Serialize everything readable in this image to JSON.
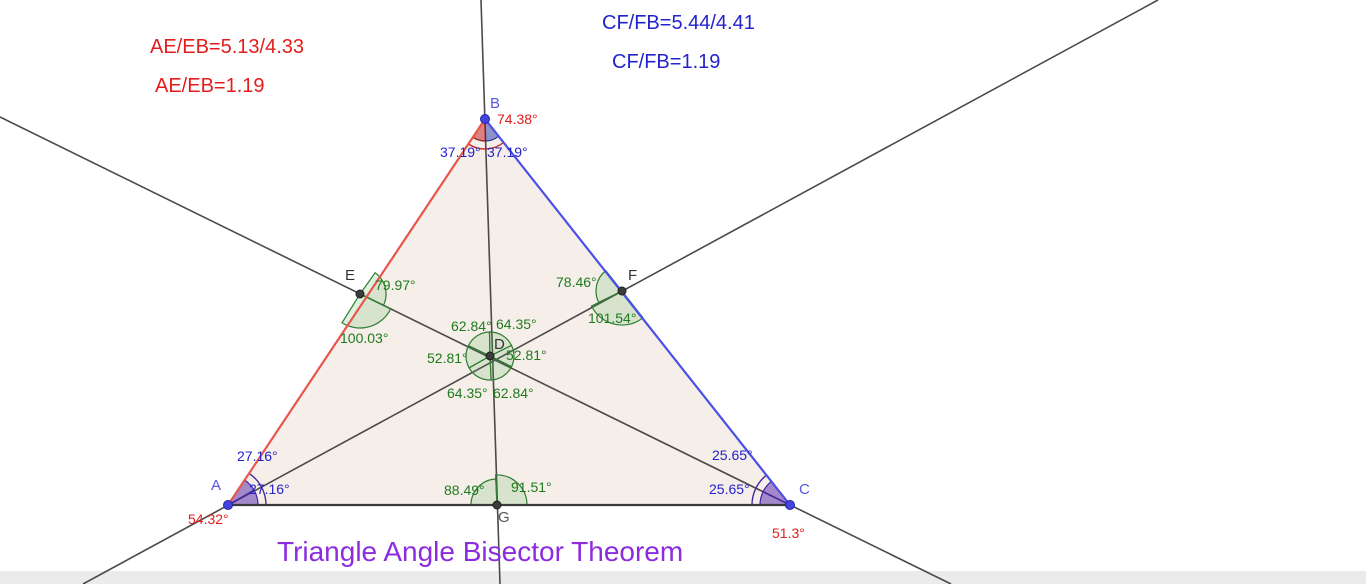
{
  "title": {
    "text": "Triangle Angle Bisector Theorem"
  },
  "annotations": {
    "ae_ratio_raw": "AE/EB=5.13/4.33",
    "ae_ratio_reduced": "AE/EB=1.19",
    "cf_ratio_raw": "CF/FB=5.44/4.41",
    "cf_ratio_reduced": "CF/FB=1.19"
  },
  "points": {
    "A": {
      "label": "A"
    },
    "B": {
      "label": "B"
    },
    "C": {
      "label": "C"
    },
    "D": {
      "label": "D"
    },
    "E": {
      "label": "E"
    },
    "F": {
      "label": "F"
    },
    "G": {
      "label": "G"
    }
  },
  "angles": {
    "at_B": {
      "full": "74.38°",
      "half_left": "37.19°",
      "half_right": "37.19°"
    },
    "at_A": {
      "half_upper": "27.16°",
      "half_lower": "27.16°",
      "full": "54.32°"
    },
    "at_C": {
      "half_upper": "25.65°",
      "half_lower": "25.65°",
      "full": "51.3°"
    },
    "at_E": {
      "upper": "79.97°",
      "lower": "100.03°"
    },
    "at_F": {
      "upper": "78.46°",
      "lower": "101.54°"
    },
    "at_G": {
      "left": "88.49°",
      "right": "91.51°"
    },
    "at_D": {
      "top_left": "62.84°",
      "top_right": "64.35°",
      "left": "52.81°",
      "right": "52.81°",
      "bottom_left": "64.35°",
      "bottom_right": "62.84°"
    }
  },
  "colors": {
    "red": "#e41c1c",
    "blue": "#2323cd",
    "green": "#1e7b1e",
    "purple": "#8c2be0",
    "construction_line": "#4a4a4a",
    "side_ab": "#e8564a",
    "side_bc": "#4a50e8",
    "side_ac": "#3a3a3a",
    "free_point_label": "#5656e8",
    "triangle_fill": "#f6eee8"
  }
}
